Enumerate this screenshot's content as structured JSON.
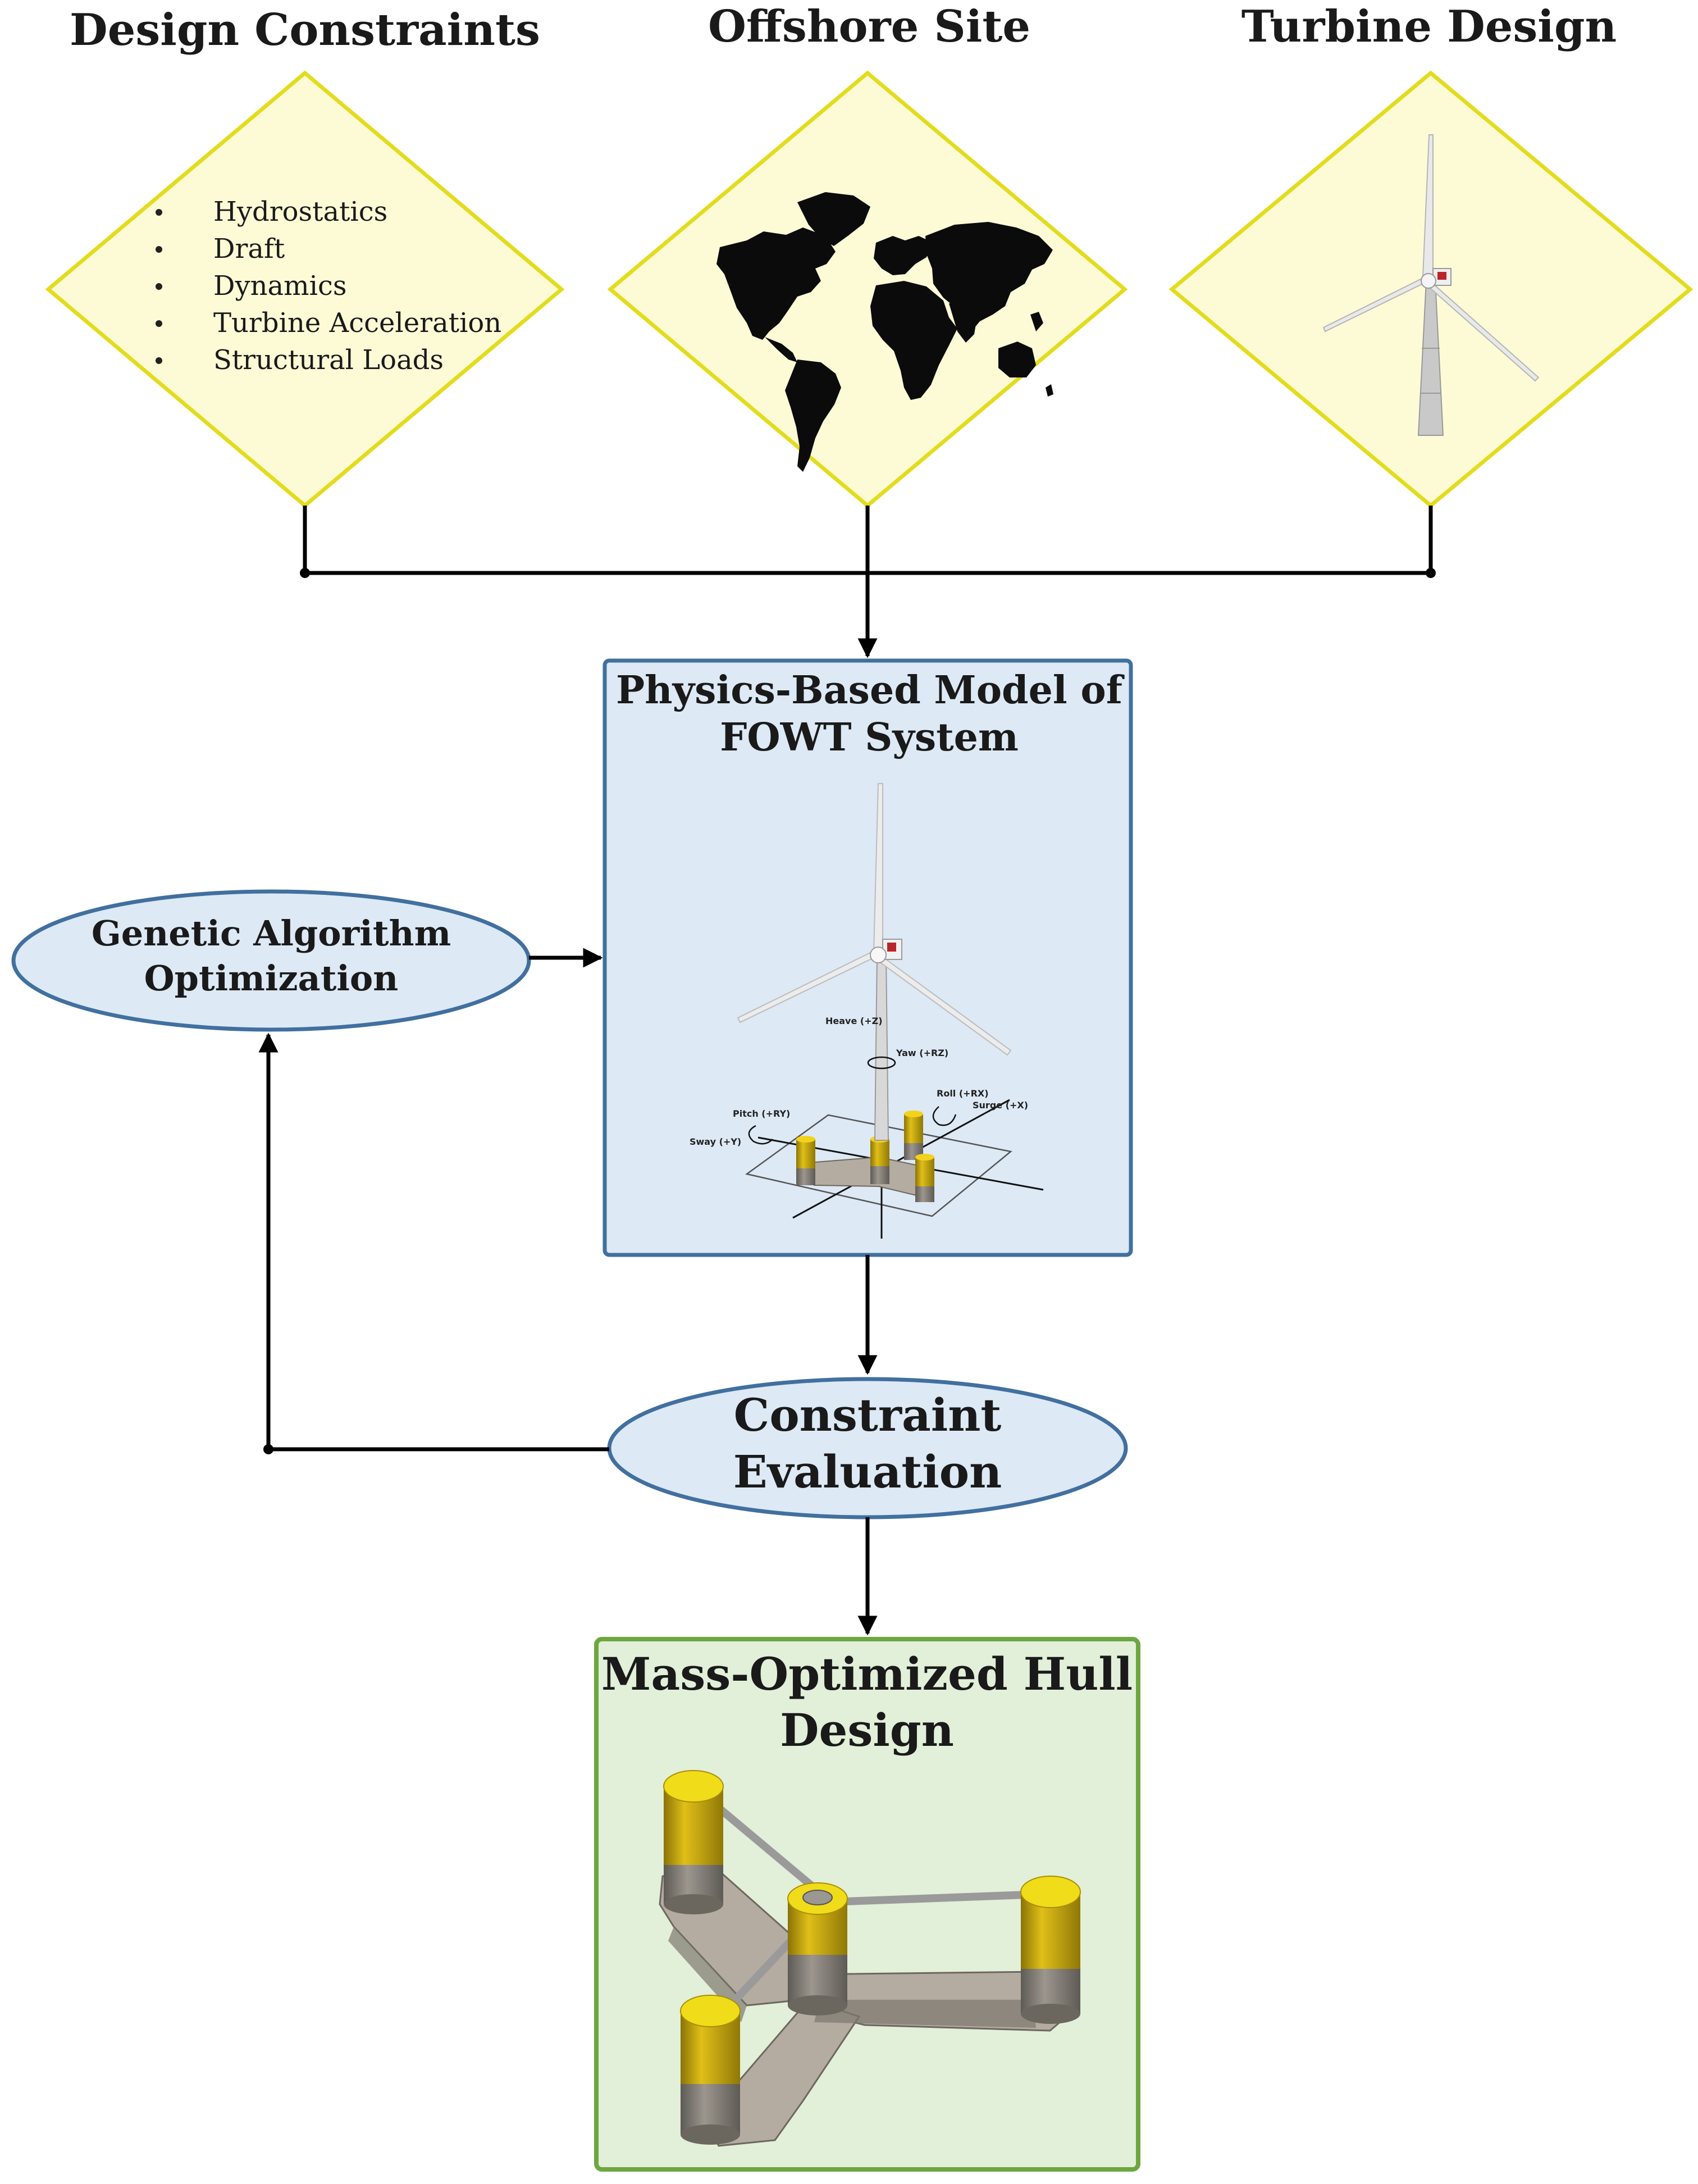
{
  "inputs": {
    "design_constraints": {
      "title": "Design Constraints",
      "items": [
        "Hydrostatics",
        "Draft",
        "Dynamics",
        "Turbine Acceleration",
        "Structural Loads"
      ]
    },
    "offshore_site": {
      "title": "Offshore Site",
      "icon": "world-map-icon"
    },
    "turbine_design": {
      "title": "Turbine Design",
      "icon": "wind-turbine-icon"
    }
  },
  "model_box": {
    "title_line1": "Physics-Based Model of",
    "title_line2": "FOWT System",
    "axis_labels": {
      "heave": "Heave (+Z)",
      "yaw": "Yaw (+RZ)",
      "pitch": "Pitch (+RY)",
      "roll": "Roll (+RX)",
      "surge": "Surge (+X)",
      "sway": "Sway (+Y)"
    }
  },
  "ga_node": {
    "line1": "Genetic Algorithm",
    "line2": "Optimization"
  },
  "constraint_node": {
    "line1": "Constraint",
    "line2": "Evaluation"
  },
  "output_box": {
    "title_line1": "Mass-Optimized Hull",
    "title_line2": "Design"
  },
  "colors": {
    "diamond_fill": "#fdfbd6",
    "diamond_stroke": "#e3dc1e",
    "model_fill": "#dde9f5",
    "model_stroke": "#41709f",
    "ellipse_fill": "#dde9f5",
    "ellipse_stroke": "#41709f",
    "output_fill": "#e2efd9",
    "output_stroke": "#6ea640",
    "column_yellow": "#d8b50c",
    "hull_gray": "#b4aca0"
  }
}
